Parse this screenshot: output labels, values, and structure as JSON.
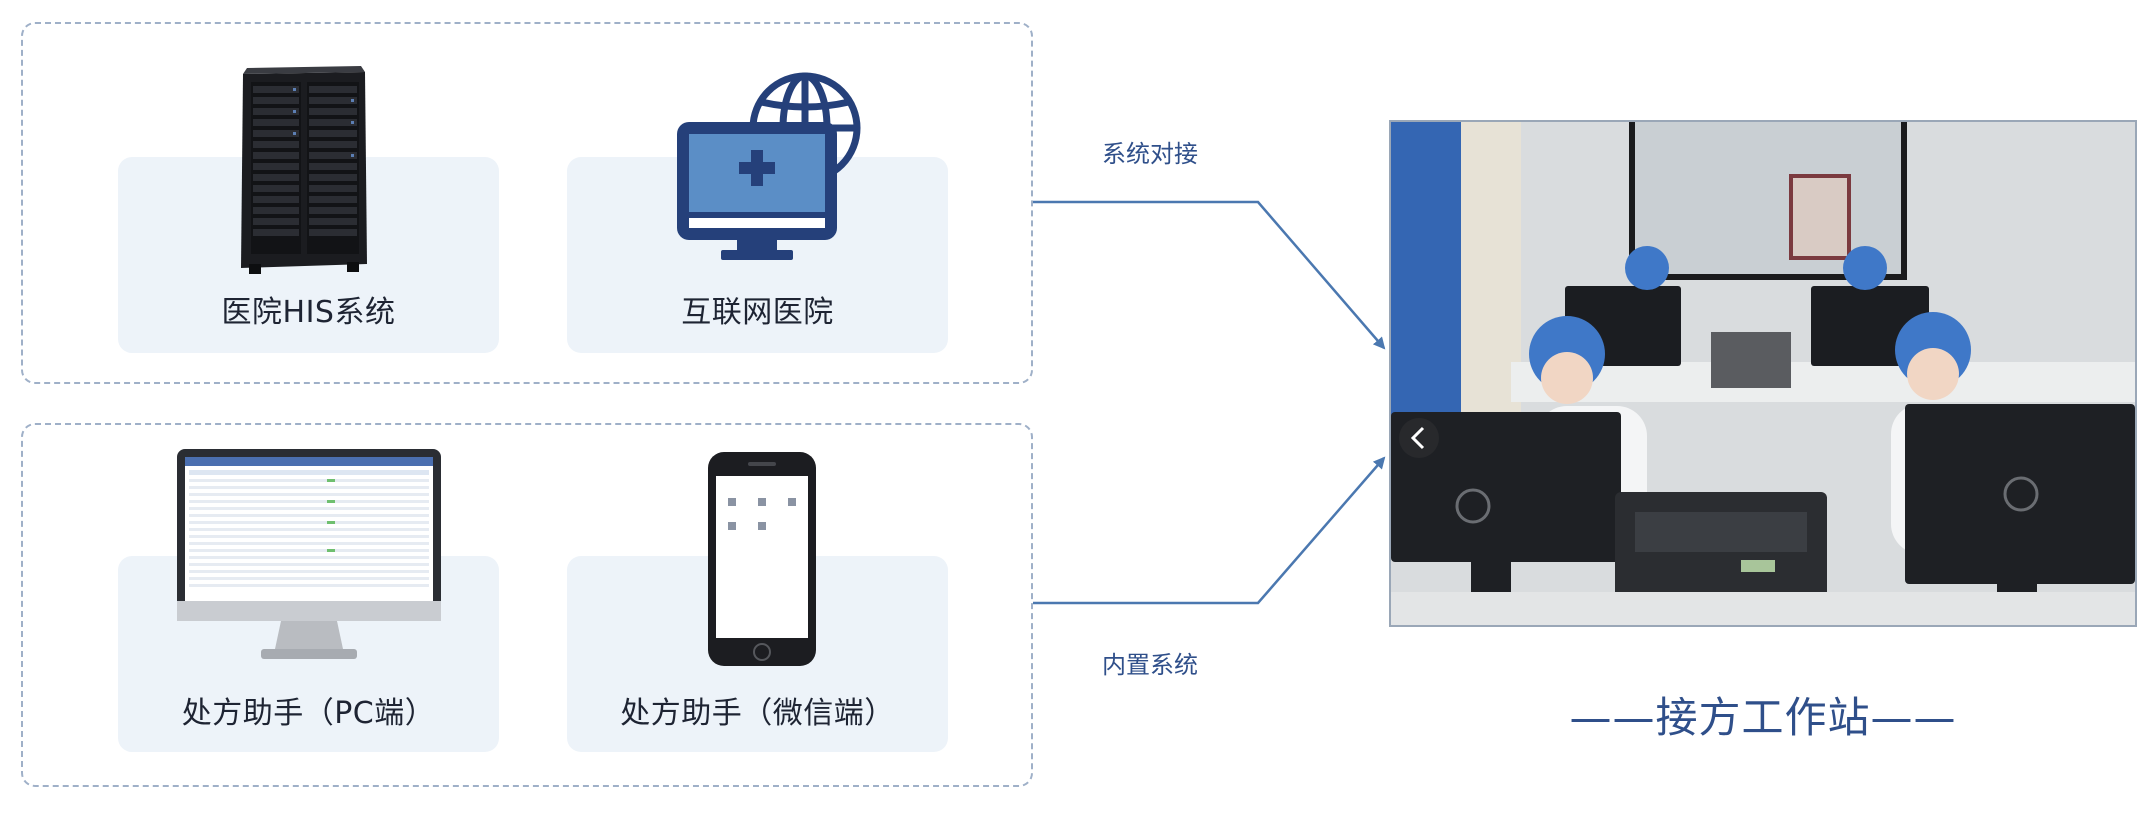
{
  "sources": {
    "his": {
      "label": "医院HIS系统",
      "icon": "server-rack-icon"
    },
    "internet_hospital": {
      "label": "互联网医院",
      "icon": "globe-monitor-medical-icon"
    },
    "pc_assistant": {
      "label": "处方助手（PC端）",
      "icon": "desktop-monitor-icon"
    },
    "wechat_assistant": {
      "label": "处方助手（微信端）",
      "icon": "smartphone-icon"
    }
  },
  "connectors": {
    "top_label": "系统对接",
    "bottom_label": "内置系统"
  },
  "station": {
    "caption": "——接方工作站——",
    "photo_icon": "workstation-photo",
    "nav_icon": "chevron-left-icon"
  },
  "colors": {
    "accent": "#2f4f8a",
    "card_bg": "#edf3f9",
    "dashed_border": "#9fb0c8",
    "icon_navy": "#25407a",
    "screen_blue": "#5b8ec6"
  }
}
